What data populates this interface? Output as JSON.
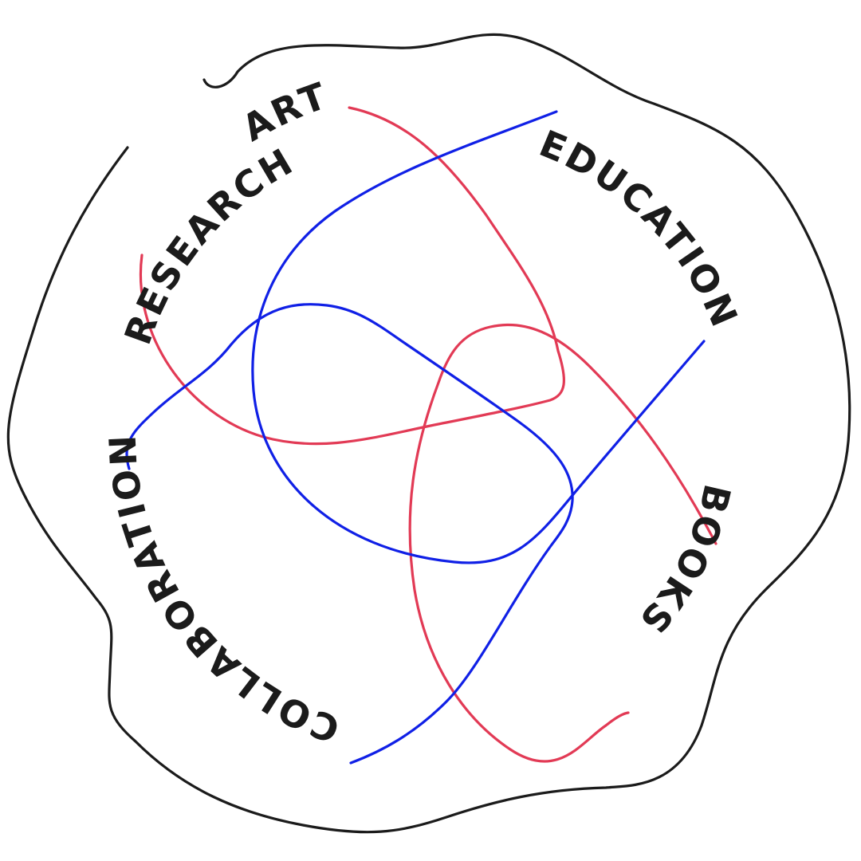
{
  "colors": {
    "background": "#ffffff",
    "ink": "#1b1b1b",
    "red": "#e23a55",
    "blue": "#1020e6"
  },
  "words": {
    "art": "ART",
    "research": "RESEARCH",
    "education": "EDUCATION",
    "books": "BOOKS",
    "collaboration": "COLLABORATION"
  }
}
